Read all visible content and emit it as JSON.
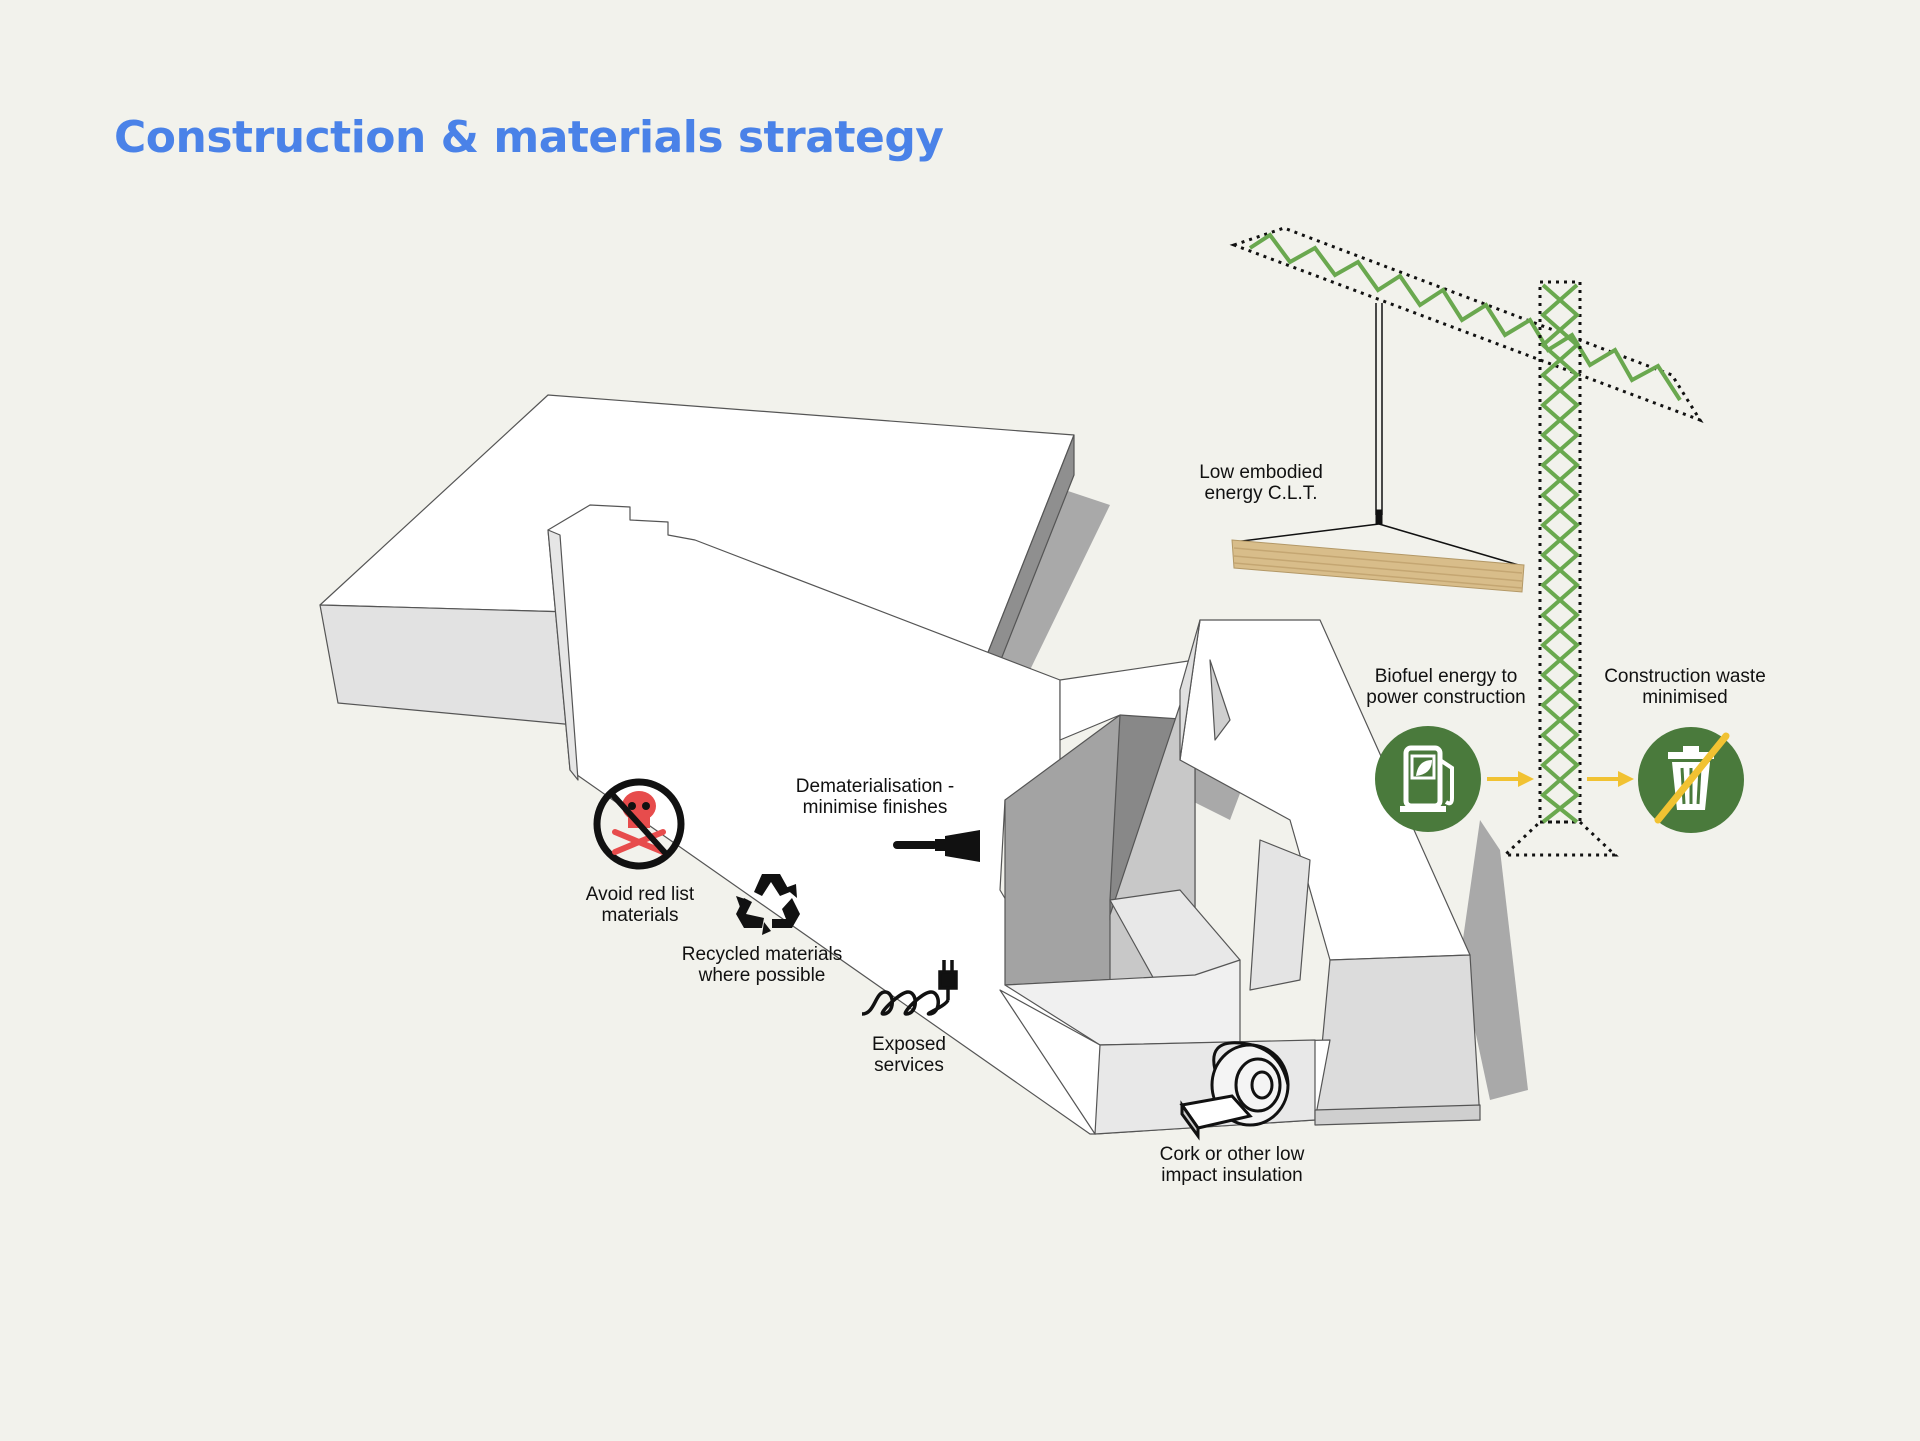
{
  "title": "Construction & materials strategy",
  "colors": {
    "title": "#4a82e8",
    "background": "#f2f2ec",
    "badge_green": "#4a7a3c",
    "crane_green": "#6aa84f",
    "arrow_yellow": "#f1c232",
    "hazard_red": "#e74c4c"
  },
  "labels": {
    "clt": [
      "Low embodied",
      "energy C.L.T."
    ],
    "biofuel": [
      "Biofuel energy to",
      "power construction"
    ],
    "waste": [
      "Construction waste",
      "minimised"
    ],
    "dematerialisation": [
      "Dematerialisation -",
      "minimise finishes"
    ],
    "red_list": [
      "Avoid red list",
      "materials"
    ],
    "recycled": [
      "Recycled materials",
      "where possible"
    ],
    "services": [
      "Exposed",
      "services"
    ],
    "insulation": [
      "Cork or other low",
      "impact insulation"
    ]
  },
  "icons": {
    "red_list": "skull-crossbones-icon",
    "recycled": "recycle-icon",
    "dematerialisation": "paintbrush-icon",
    "services": "cable-plug-icon",
    "insulation": "insulation-roll-icon",
    "biofuel": "fuel-pump-leaf-icon",
    "waste": "crossed-bin-icon"
  }
}
